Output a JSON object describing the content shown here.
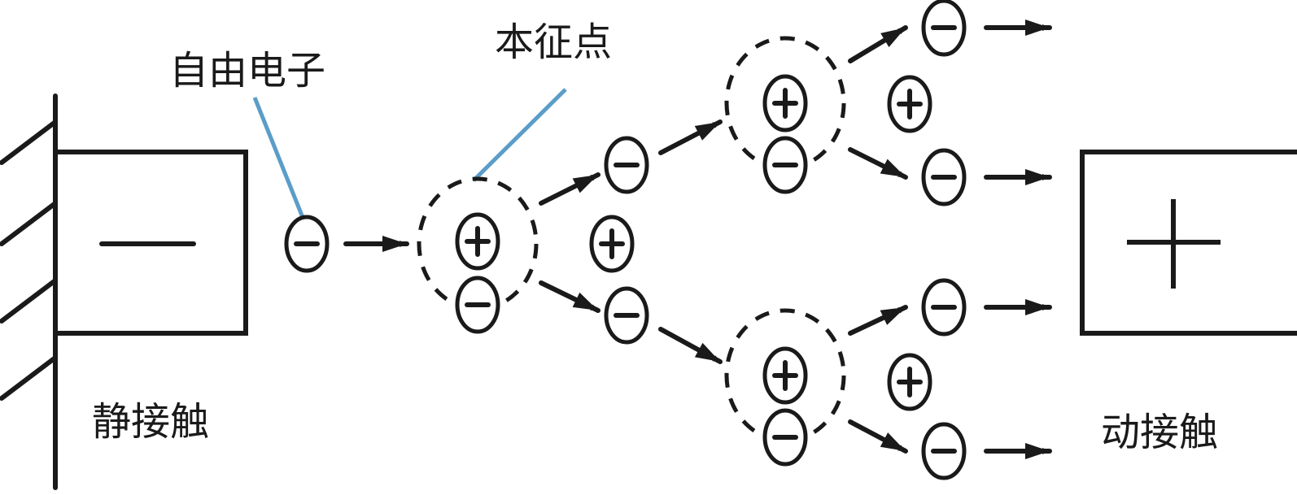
{
  "labels": {
    "free_electron": "自由电子",
    "intrinsic_point": "本征点",
    "static_contact": "静接触",
    "moving_contact": "动接触"
  },
  "symbols": {
    "plus": "+",
    "minus": "−"
  },
  "colors": {
    "stroke": "#1a1a1a",
    "leader": "#5b9dc8"
  }
}
